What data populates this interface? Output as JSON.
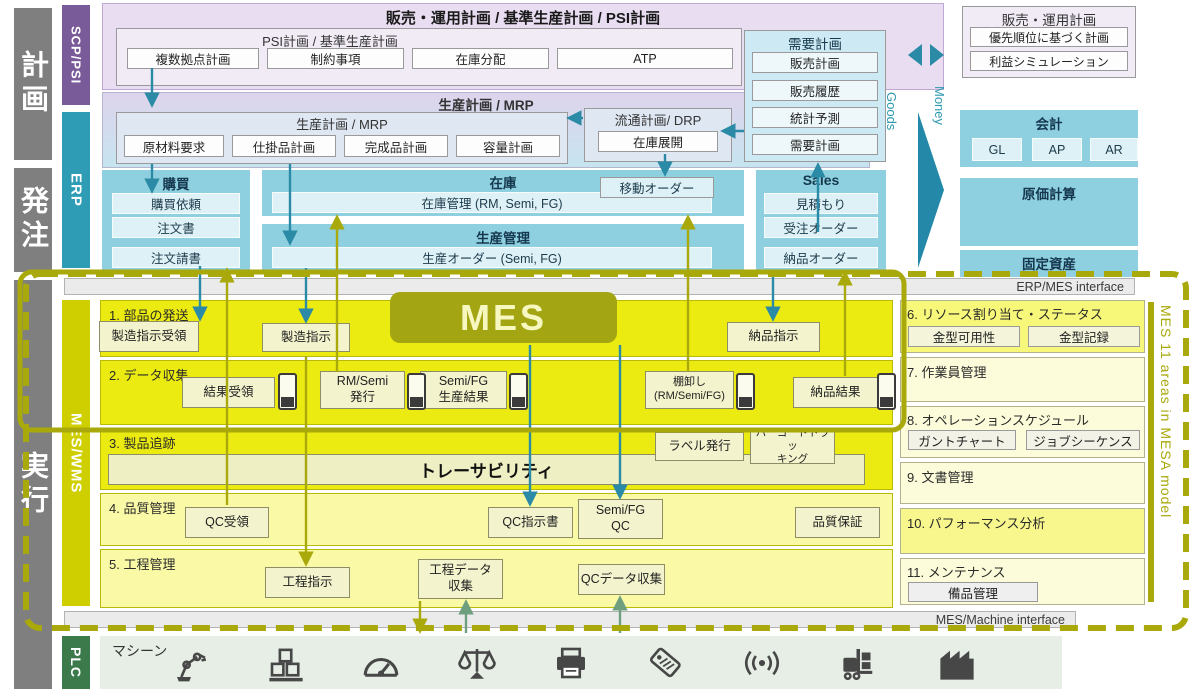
{
  "colors": {
    "purple_bar": "#7a5b99",
    "teal_bar": "#2d9cb4",
    "yellow_bar": "#cfcf00",
    "green_bar": "#3c7a4c",
    "gray_bar": "#7f7f7f",
    "erp_panel": "#8ed0e0",
    "planning_bg": "#e9ddf1",
    "mes_bright": "#ebeb12",
    "mes_pale": "#fafaa6",
    "olive": "#a9a90b",
    "teal_arrow": "#2b8aa5",
    "green_arrow": "#6f9f7f"
  },
  "lanes": {
    "phases": [
      "計画",
      "発注",
      "実行"
    ],
    "layers": [
      "SCP/PSI",
      "ERP",
      "MES/WMS",
      "PLC"
    ]
  },
  "planning": {
    "main_title": "販売・運用計画 / 基準生産計画 / PSI計画",
    "psi_title": "PSI計画 / 基準生産計画",
    "psi_items": [
      "複数拠点計画",
      "制約事項",
      "在庫分配",
      "ATP"
    ],
    "demand_title": "需要計画",
    "demand_items": [
      "販売計画",
      "販売履歴",
      "統計予測",
      "需要計画"
    ],
    "sop_title": "販売・運用計画",
    "sop_items": [
      "優先順位に基づく計画",
      "利益シミュレーション"
    ],
    "mrp_outer_title": "生産計画 / MRP",
    "mrp_title": "生産計画 / MRP",
    "mrp_items": [
      "原材料要求",
      "仕掛品計画",
      "完成品計画",
      "容量計画"
    ],
    "drp_title": "流通計画/ DRP",
    "drp_item": "在庫展開"
  },
  "erp": {
    "purchasing_title": "購買",
    "purchasing_items": [
      "購買依頼",
      "注文書",
      "注文請書"
    ],
    "inventory_title": "在庫",
    "inventory_bar": "在庫管理 (RM, Semi, FG)",
    "move_order": "移動オーダー",
    "production_title": "生産管理",
    "production_bar": "生産オーダー (Semi, FG)",
    "sales_title": "Sales",
    "sales_items": [
      "見積もり",
      "受注オーダー",
      "納品オーダー"
    ],
    "accounting_title": "会計",
    "accounting_items": [
      "GL",
      "AP",
      "AR"
    ],
    "costing_title": "原価計算",
    "fixed_assets_title": "固定資産",
    "goods": "Goods",
    "money": "Money"
  },
  "interfaces": {
    "erp_mes": "ERP/MES interface",
    "mes_machine": "MES/Machine interface"
  },
  "mes": {
    "badge": "MES",
    "side_note": "MES 11 areas in MESA model",
    "a1_title": "1. 部品の発送",
    "a1_boxes": [
      "製造指示受領",
      "製造指示",
      "納品指示"
    ],
    "a2_title": "2. データ収集",
    "a2_boxes": [
      "結果受領",
      "RM/Semi\n発行",
      "Semi/FG\n生産結果",
      "棚卸し\n(RM/Semi/FG)",
      "納品結果"
    ],
    "a3_title": "3. 製品追跡",
    "a3_trace": "トレーサビリティ",
    "a3_boxes": [
      "ラベル発行",
      "バーコードトラッ\nキング"
    ],
    "a4_title": "4. 品質管理",
    "a4_boxes": [
      "QC受領",
      "QC指示書",
      "Semi/FG\nQC",
      "品質保証"
    ],
    "a5_title": "5. 工程管理",
    "a5_boxes": [
      "工程指示",
      "工程データ\n収集",
      "QCデータ収集"
    ],
    "a6_title": "6. リソース割り当て・ステータス",
    "a6_boxes": [
      "金型可用性",
      "金型記録"
    ],
    "a7_title": "7. 作業員管理",
    "a8_title": "8. オペレーションスケジュール",
    "a8_boxes": [
      "ガントチャート",
      "ジョブシーケンス"
    ],
    "a9_title": "9. 文書管理",
    "a10_title": "10. パフォーマンス分析",
    "a11_title": "11. メンテナンス",
    "a11_boxes": [
      "備品管理"
    ]
  },
  "machine": {
    "label": "マシーン",
    "icons": [
      "robot-arm-icon",
      "pallet-boxes-icon",
      "gauge-icon",
      "scale-icon",
      "printer-icon",
      "tag-icon",
      "rfid-icon",
      "forklift-icon",
      "factory-icon"
    ]
  }
}
